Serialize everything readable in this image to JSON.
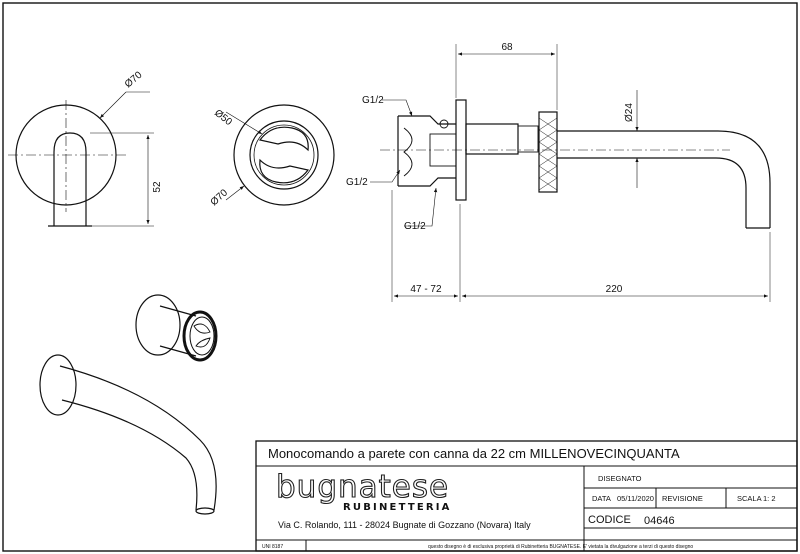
{
  "dimensions": {
    "front_diameter": "Ø70",
    "front_height": "52",
    "cap_diameter_inner": "Ø50",
    "cap_diameter_outer": "Ø70",
    "thread_top": "G1/2",
    "thread_left": "G1/2",
    "thread_bottom": "G1/2",
    "depth_top": "68",
    "spout_diameter": "Ø24",
    "wall_range": "47 - 72",
    "spout_length": "220"
  },
  "title_block": {
    "title": "Monocomando a parete con canna da 22 cm MILLENOVECINQUANTA",
    "brand": "bugnatese",
    "brand_subtitle": "RUBINETTERIA",
    "address": "Via C. Rolando, 111 - 28024 Bugnate di Gozzano (Novara) Italy",
    "disegnato_label": "DISEGNATO",
    "data_label": "DATA",
    "data_value": "05/11/2020",
    "revisione_label": "REVISIONE",
    "scala_label": "SCALA",
    "scala_value": "1: 2",
    "codice_label": "CODICE",
    "codice_value": "04646",
    "standard": "UNI 8187",
    "copyright": "questo disegno è di esclusiva proprietà di Rubinetteria BUGNATESE. E' vietata la divulgazione a terzi di questo disegno"
  },
  "colors": {
    "line": "#111111",
    "background": "#ffffff"
  }
}
